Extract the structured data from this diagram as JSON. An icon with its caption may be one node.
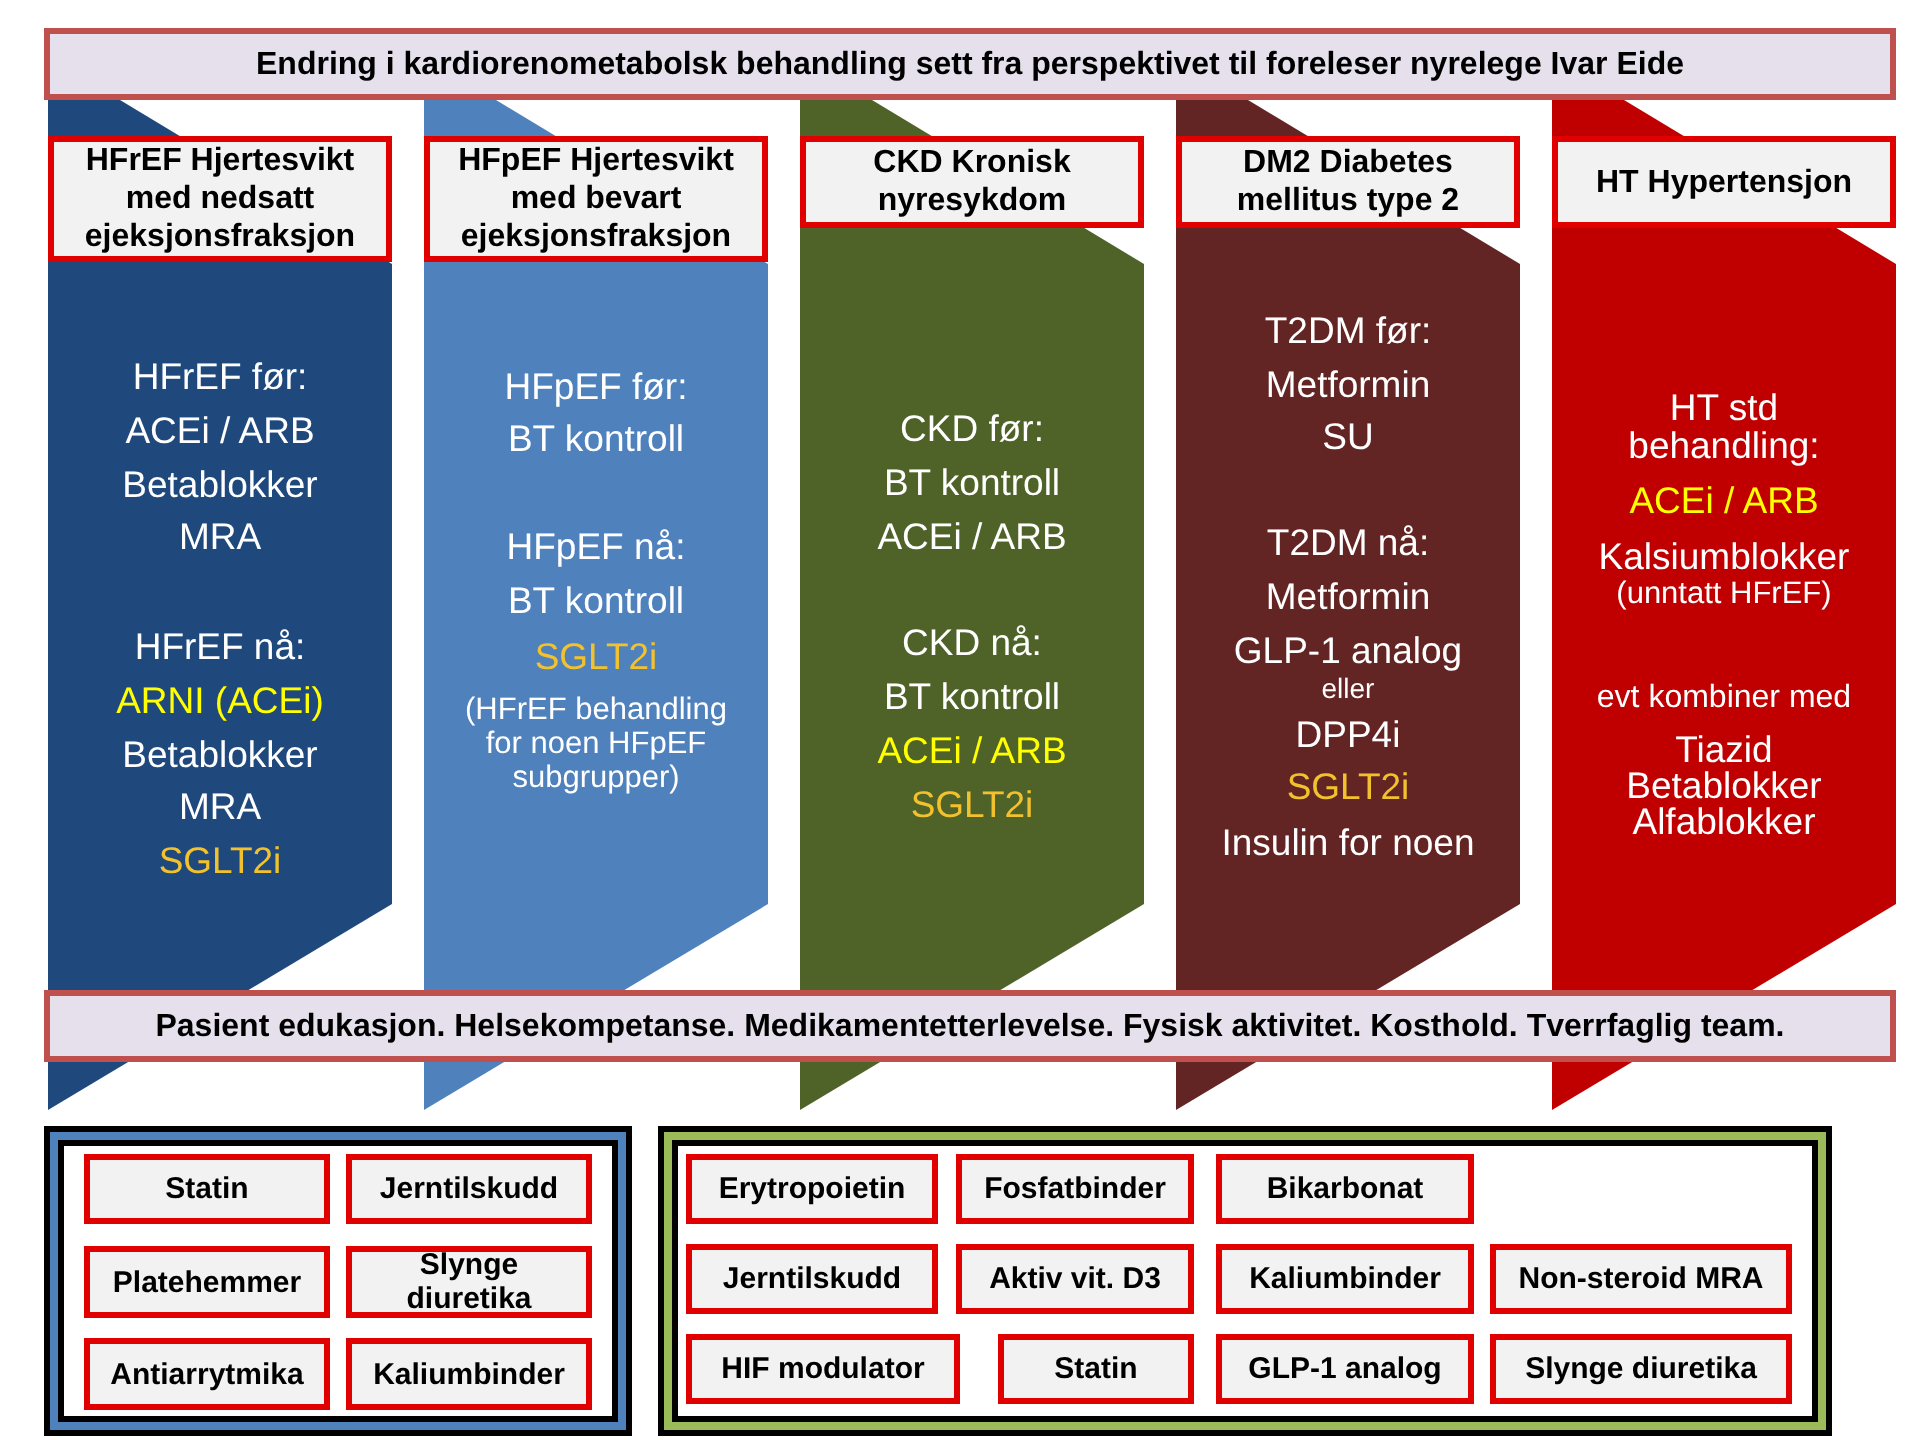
{
  "diagram": {
    "nodes": [
      {
        "text": [
          "Endring i kardiorenometabolsk behandling sett fra perspektivet til foreleser nyrelege Ivar Eide"
        ]
      },
      {
        "text": [
          "HFrEF før:",
          "ACEi / ARB",
          "Betablokker",
          "MRA",
          "HFrEF nå:",
          "ARNI (ACEi)",
          "Betablokker",
          "MRA",
          "SGLT2i"
        ]
      },
      {
        "text": [
          "HFrEF Hjertesvikt med nedsatt ejeksjonsfraksjon"
        ],
        "in": 1
      },
      {
        "text": [
          "HFpEF før:",
          "BT kontroll",
          "HFpEF nå:",
          "BT kontroll",
          "SGLT2i",
          "(HFrEF behandling for noen HFpEF subgrupper)"
        ]
      },
      {
        "text": [
          "HFpEF Hjertesvikt med bevart ejeksjonsfraksjon"
        ],
        "in": 3
      },
      {
        "text": [
          "CKD før:",
          "BT kontroll",
          "ACEi / ARB",
          "CKD nå:",
          "BT kontroll",
          "ACEi / ARB",
          "SGLT2i"
        ]
      },
      {
        "text": [
          "CKD Kronisk nyresykdom"
        ],
        "in": 5
      },
      {
        "text": [
          "T2DM før:",
          "Metformin",
          "SU",
          "T2DM nå:",
          "Metformin",
          "GLP-1 analog",
          "eller",
          "DPP4i",
          "SGLT2i",
          "Insulin for noen"
        ]
      },
      {
        "text": [
          "DM2 Diabetes mellitus type 2"
        ],
        "in": 7
      },
      {
        "text": [
          "HT std behandling:",
          "ACEi / ARB",
          "Kalsiumblokker",
          "(unntatt HFrEF)",
          "evt kombiner med",
          "Tiazid",
          "Betablokker",
          "Alfablokker"
        ]
      },
      {
        "text": [
          "HT Hypertensjon"
        ],
        "in": 9
      },
      {
        "text": [
          "Pasient edukasjon. Helsekompetanse. Medikamentetterlevelse. Fysisk aktivitet. Kosthold. Tverrfaglig team."
        ]
      },
      {
        "text": [],
        "shape": "box"
      },
      {
        "text": [
          "Statin"
        ],
        "in": 12
      },
      {
        "text": [
          "Jerntilskudd"
        ],
        "in": 12
      },
      {
        "text": [
          "Platehemmer"
        ],
        "in": 12
      },
      {
        "text": [
          "Slynge diuretika"
        ],
        "in": 12
      },
      {
        "text": [
          "Antiarrytmika"
        ],
        "in": 12
      },
      {
        "text": [
          "Kaliumbinder"
        ],
        "in": 12
      },
      {
        "text": [],
        "shape": "box"
      },
      {
        "text": [
          "Erytropoietin"
        ],
        "in": 19
      },
      {
        "text": [
          "Fosfatbinder"
        ],
        "in": 19
      },
      {
        "text": [
          "Bikarbonat"
        ],
        "in": 19
      },
      {
        "text": [
          "Jerntilskudd"
        ],
        "in": 19
      },
      {
        "text": [
          "Aktiv vit. D3"
        ],
        "in": 19
      },
      {
        "text": [
          "Kaliumbinder"
        ],
        "in": 19
      },
      {
        "text": [
          "Non-steroid MRA"
        ],
        "in": 19
      },
      {
        "text": [
          "HIF modulator"
        ],
        "in": 19
      },
      {
        "text": [
          "Statin"
        ],
        "in": 19
      },
      {
        "text": [
          "GLP-1 analog"
        ],
        "in": 19
      },
      {
        "text": [
          "Slynge diuretika"
        ],
        "in": 19
      }
    ]
  }
}
